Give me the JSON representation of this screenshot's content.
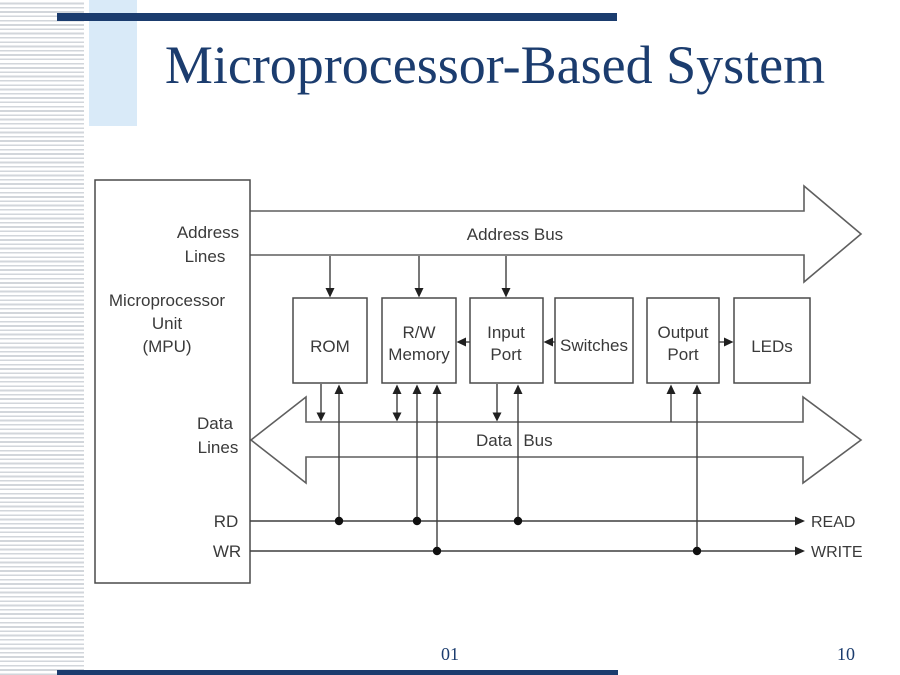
{
  "slide": {
    "title": "Microprocessor-Based System",
    "page_number_left": "01",
    "page_number_right": "10"
  },
  "colors": {
    "accent_navy": "#1b3c6e",
    "stripe_gray": "#d2d6db",
    "light_blue": "#d9eaf8",
    "diagram_line": "#3f3f3f"
  },
  "diagram": {
    "mpu": {
      "address_lines_line1": "Address",
      "address_lines_line2": "Lines",
      "name_line1": "Microprocessor",
      "name_line2": "Unit",
      "name_line3": "(MPU)",
      "data_lines_line1": "Data",
      "data_lines_line2": "Lines",
      "rd_label": "RD",
      "wr_label": "WR"
    },
    "address_bus_label": "Address Bus",
    "data_bus_label_word1": "Data",
    "data_bus_label_word2": "Bus",
    "blocks": [
      {
        "id": "rom",
        "line1": "ROM"
      },
      {
        "id": "rw-memory",
        "line1": "R/W",
        "line2": "Memory"
      },
      {
        "id": "input-port",
        "line1": "Input",
        "line2": "Port"
      },
      {
        "id": "switches",
        "line1": "Switches"
      },
      {
        "id": "output-port",
        "line1": "Output",
        "line2": "Port"
      },
      {
        "id": "leds",
        "line1": "LEDs"
      }
    ],
    "read_label": "READ",
    "write_label": "WRITE"
  }
}
